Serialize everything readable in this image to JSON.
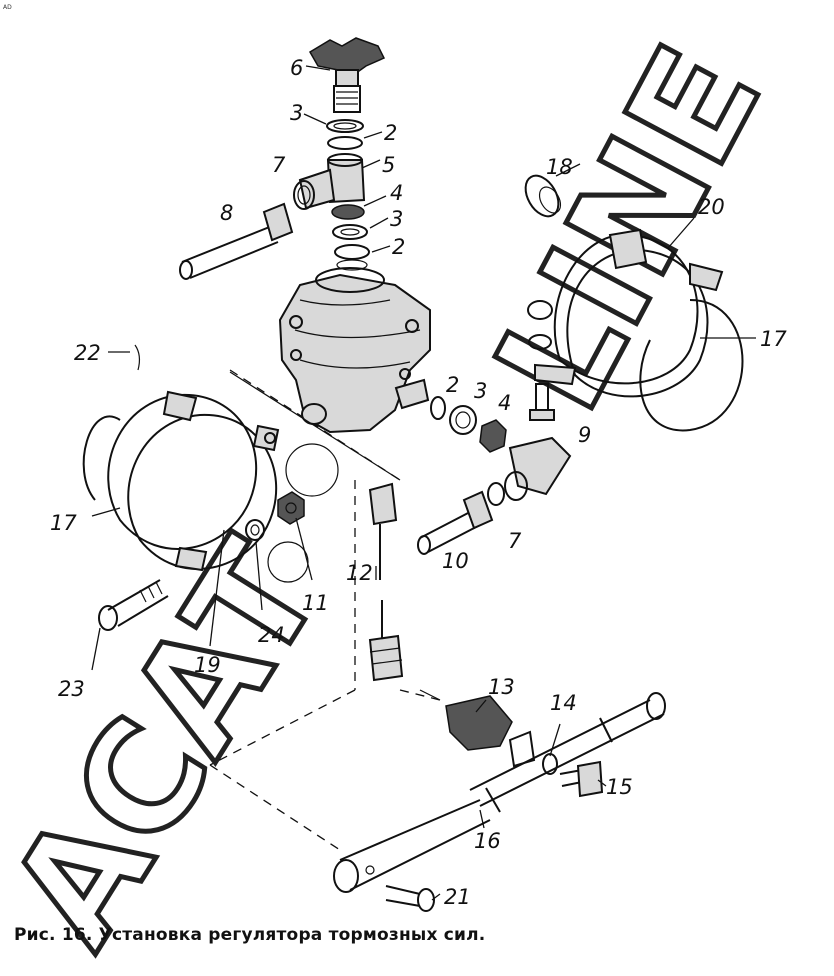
{
  "corner_mark": "AD",
  "watermark": {
    "upper": "LINE",
    "lower": "ACAT"
  },
  "caption": "Рис. 16. Установка регулятора тормозных сил.",
  "callouts": {
    "c6": "6",
    "c3_top": "3",
    "c2_top": "2",
    "c7_top": "7",
    "c5": "5",
    "c8": "8",
    "c4_top": "4",
    "c3_mid": "3",
    "c2_mid": "2",
    "c18": "18",
    "c20": "20",
    "c22": "22",
    "c17_right": "17",
    "c2_right": "2",
    "c3_right": "3",
    "c4_right": "4",
    "c9": "9",
    "c17_left": "17",
    "c12": "12",
    "c10": "10",
    "c7_bottom": "7",
    "c11": "11",
    "c24": "24",
    "c19": "19",
    "c23": "23",
    "c13": "13",
    "c14": "14",
    "c15": "15",
    "c16": "16",
    "c21": "21"
  }
}
